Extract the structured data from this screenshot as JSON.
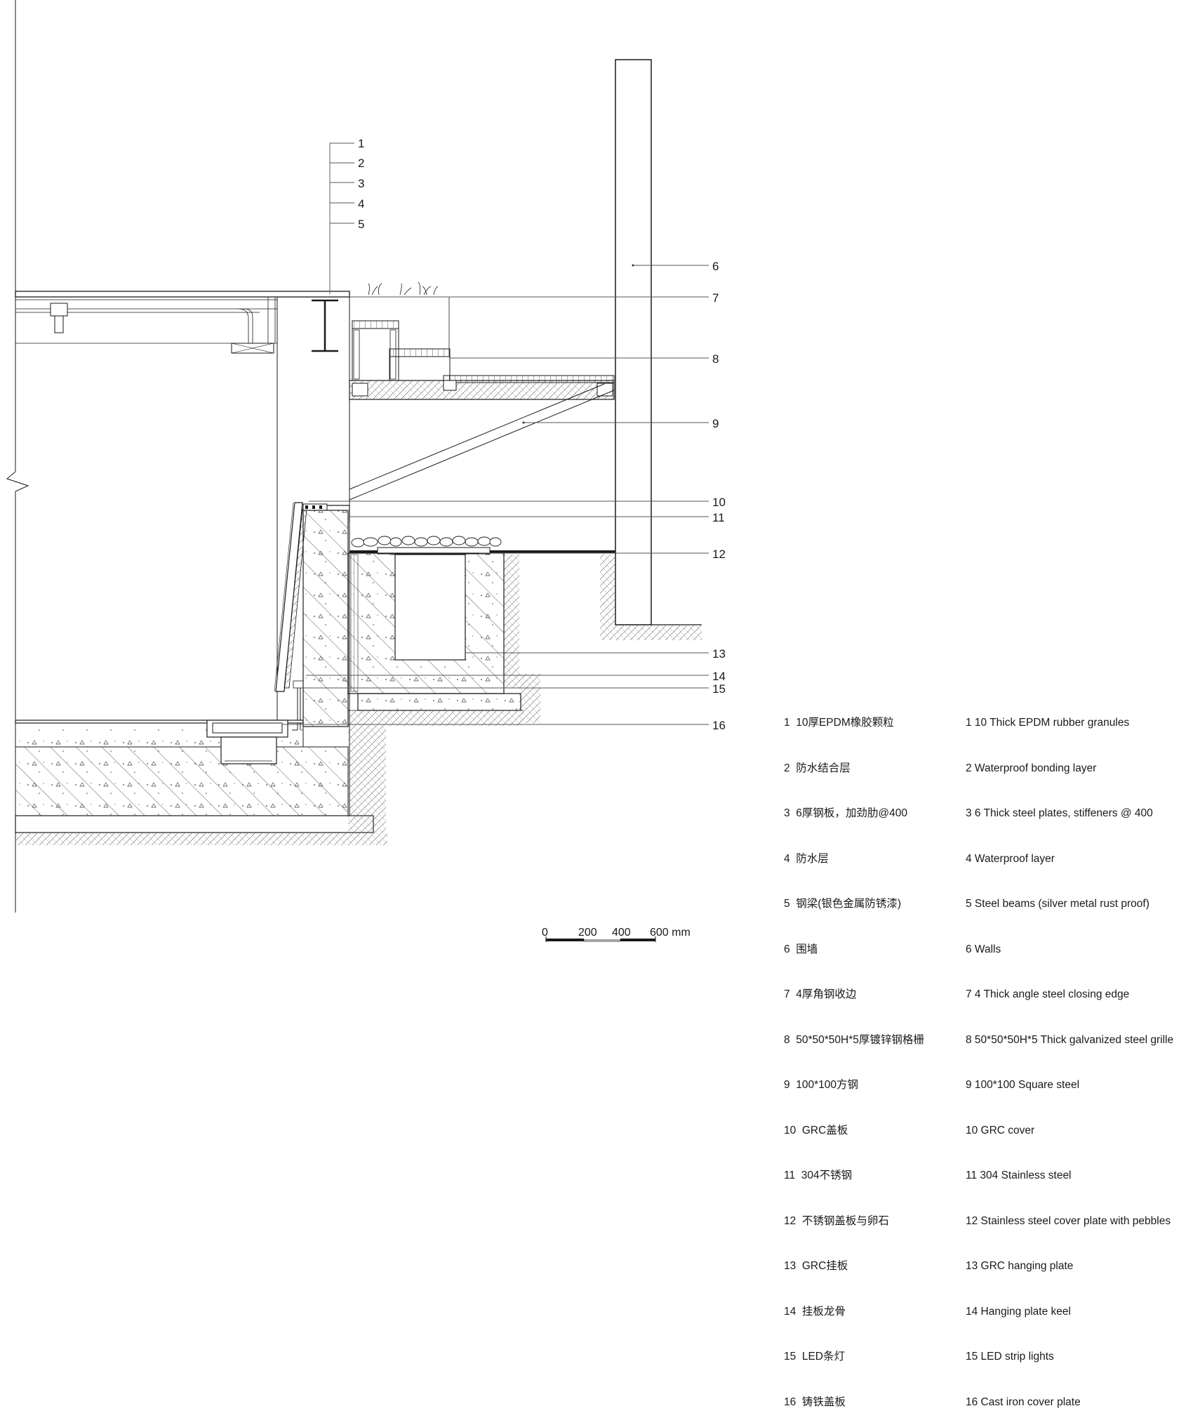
{
  "callout_numbers": [
    "1",
    "2",
    "3",
    "4",
    "5",
    "6",
    "7",
    "8",
    "9",
    "10",
    "11",
    "12",
    "13",
    "14",
    "15",
    "16"
  ],
  "legend_cn": [
    "1  10厚EPDM橡胶颗粒",
    "2  防水结合层",
    "3  6厚钢板，加劲肋@400",
    "4  防水层",
    "5  钢梁(银色金属防锈漆)",
    "6  围墙",
    "7  4厚角钢收边",
    "8  50*50*50H*5厚镀锌钢格栅",
    "9  100*100方钢",
    "10  GRC盖板",
    "11  304不锈钢",
    "12  不锈钢盖板与卵石",
    "13  GRC挂板",
    "14  挂板龙骨",
    "15  LED条灯",
    "16  铸铁盖板"
  ],
  "legend_en": [
    "1 10 Thick EPDM rubber granules",
    "2 Waterproof bonding layer",
    "3 6 Thick steel plates, stiffeners @ 400",
    "4 Waterproof layer",
    "5 Steel beams (silver metal rust proof)",
    "6 Walls",
    "7 4 Thick angle steel closing edge",
    "8 50*50*50H*5 Thick galvanized steel grille",
    "9 100*100 Square steel",
    "10 GRC cover",
    "11 304 Stainless steel",
    "12 Stainless steel cover plate with pebbles",
    "13 GRC hanging plate",
    "14 Hanging plate keel",
    "15 LED strip lights",
    "16 Cast iron cover plate"
  ],
  "scale_bar": {
    "labels": [
      "0",
      "200",
      "400",
      "600 mm"
    ]
  }
}
